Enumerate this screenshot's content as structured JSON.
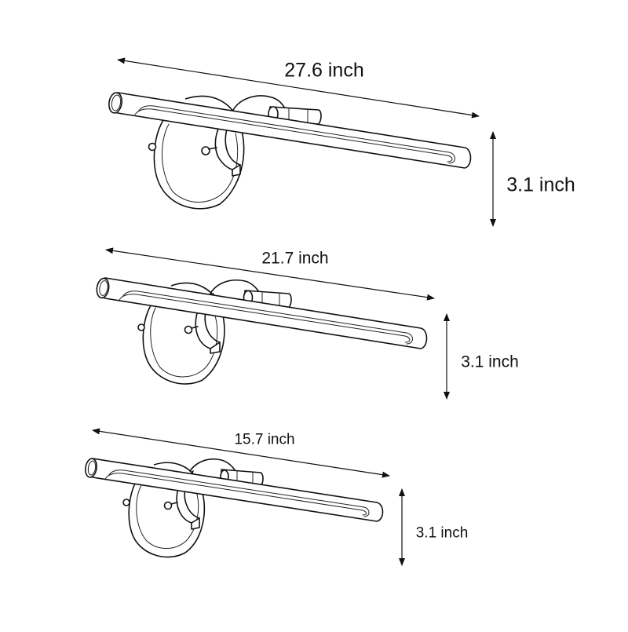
{
  "figures": [
    {
      "name": "sconce-large",
      "width_label": "27.6 inch",
      "height_label": "3.1 inch"
    },
    {
      "name": "sconce-medium",
      "width_label": "21.7 inch",
      "height_label": "3.1 inch"
    },
    {
      "name": "sconce-small",
      "width_label": "15.7 inch",
      "height_label": "3.1 inch"
    }
  ],
  "colors": {
    "background": "#ffffff",
    "line": "#111111"
  }
}
